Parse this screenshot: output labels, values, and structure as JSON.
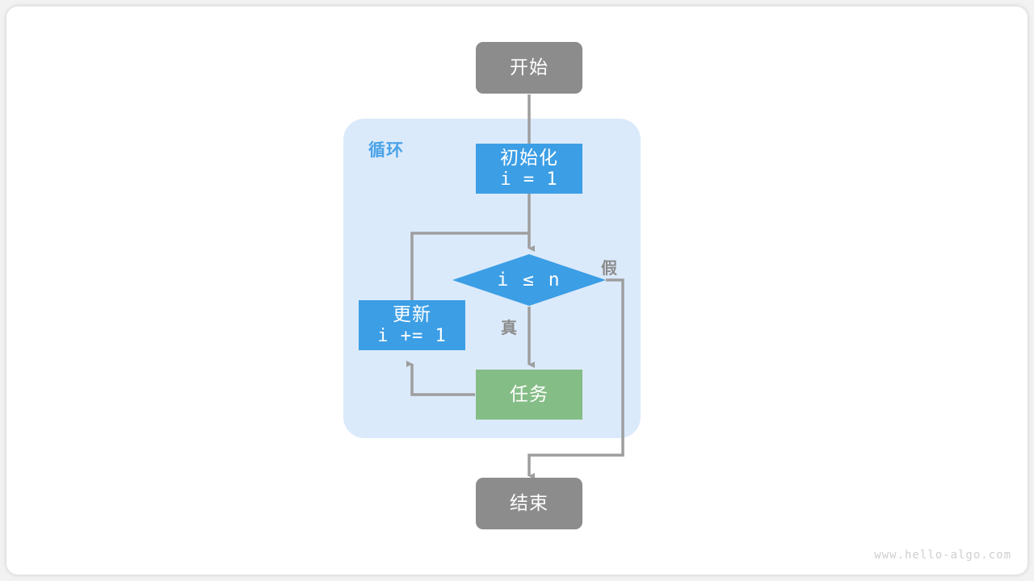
{
  "diagram": {
    "title_watermark": "www.hello-algo.com",
    "group": {
      "label": "循环",
      "color": "#dbeafb",
      "label_color": "#4aa3e8"
    },
    "colors": {
      "terminal": "#8c8c8c",
      "process": "#3c9ee5",
      "task": "#85bd86",
      "edge": "#9e9e9e",
      "canvas": "#ffffff",
      "group_fill": "#dbeafb"
    },
    "nodes": {
      "start": {
        "label": "开始",
        "shape": "rounded-rect",
        "kind": "terminal"
      },
      "init": {
        "label": "初始化",
        "code": "i = 1",
        "shape": "rect",
        "kind": "process"
      },
      "condition": {
        "label": "i ≤ n",
        "shape": "diamond",
        "kind": "process"
      },
      "update": {
        "label": "更新",
        "code": "i += 1",
        "shape": "rect",
        "kind": "process"
      },
      "task": {
        "label": "任务",
        "shape": "rect",
        "kind": "task"
      },
      "end": {
        "label": "结束",
        "shape": "rounded-rect",
        "kind": "terminal"
      }
    },
    "edge_labels": {
      "true": "真",
      "false": "假"
    }
  }
}
